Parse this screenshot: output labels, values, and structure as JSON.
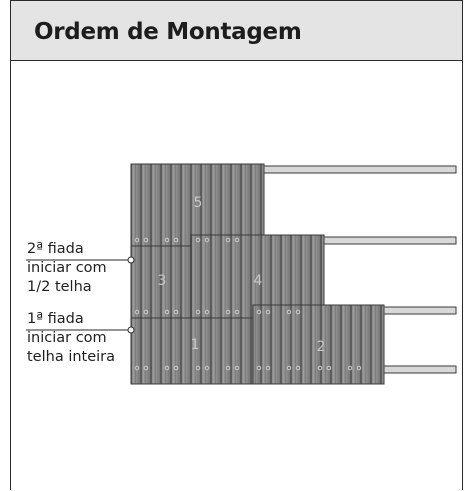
{
  "header": {
    "title": "Ordem de Montagem"
  },
  "tiles": [
    {
      "number": "5"
    },
    {
      "number": "3"
    },
    {
      "number": "4"
    },
    {
      "number": "1"
    },
    {
      "number": "2"
    }
  ],
  "annotations": {
    "row2": {
      "line1": "2ª fiada",
      "line2": "iniciar com",
      "line3": "1/2 telha"
    },
    "row1": {
      "line1": "1ª fiada",
      "line2": "iniciar com",
      "line3": "telha inteira"
    }
  },
  "colors": {
    "tile": "#808080",
    "tile_dark": "#5a5a5a",
    "tile_light": "#9a9a9a",
    "batten": "#d8d8d8",
    "header_bg": "#e4e4e4"
  }
}
